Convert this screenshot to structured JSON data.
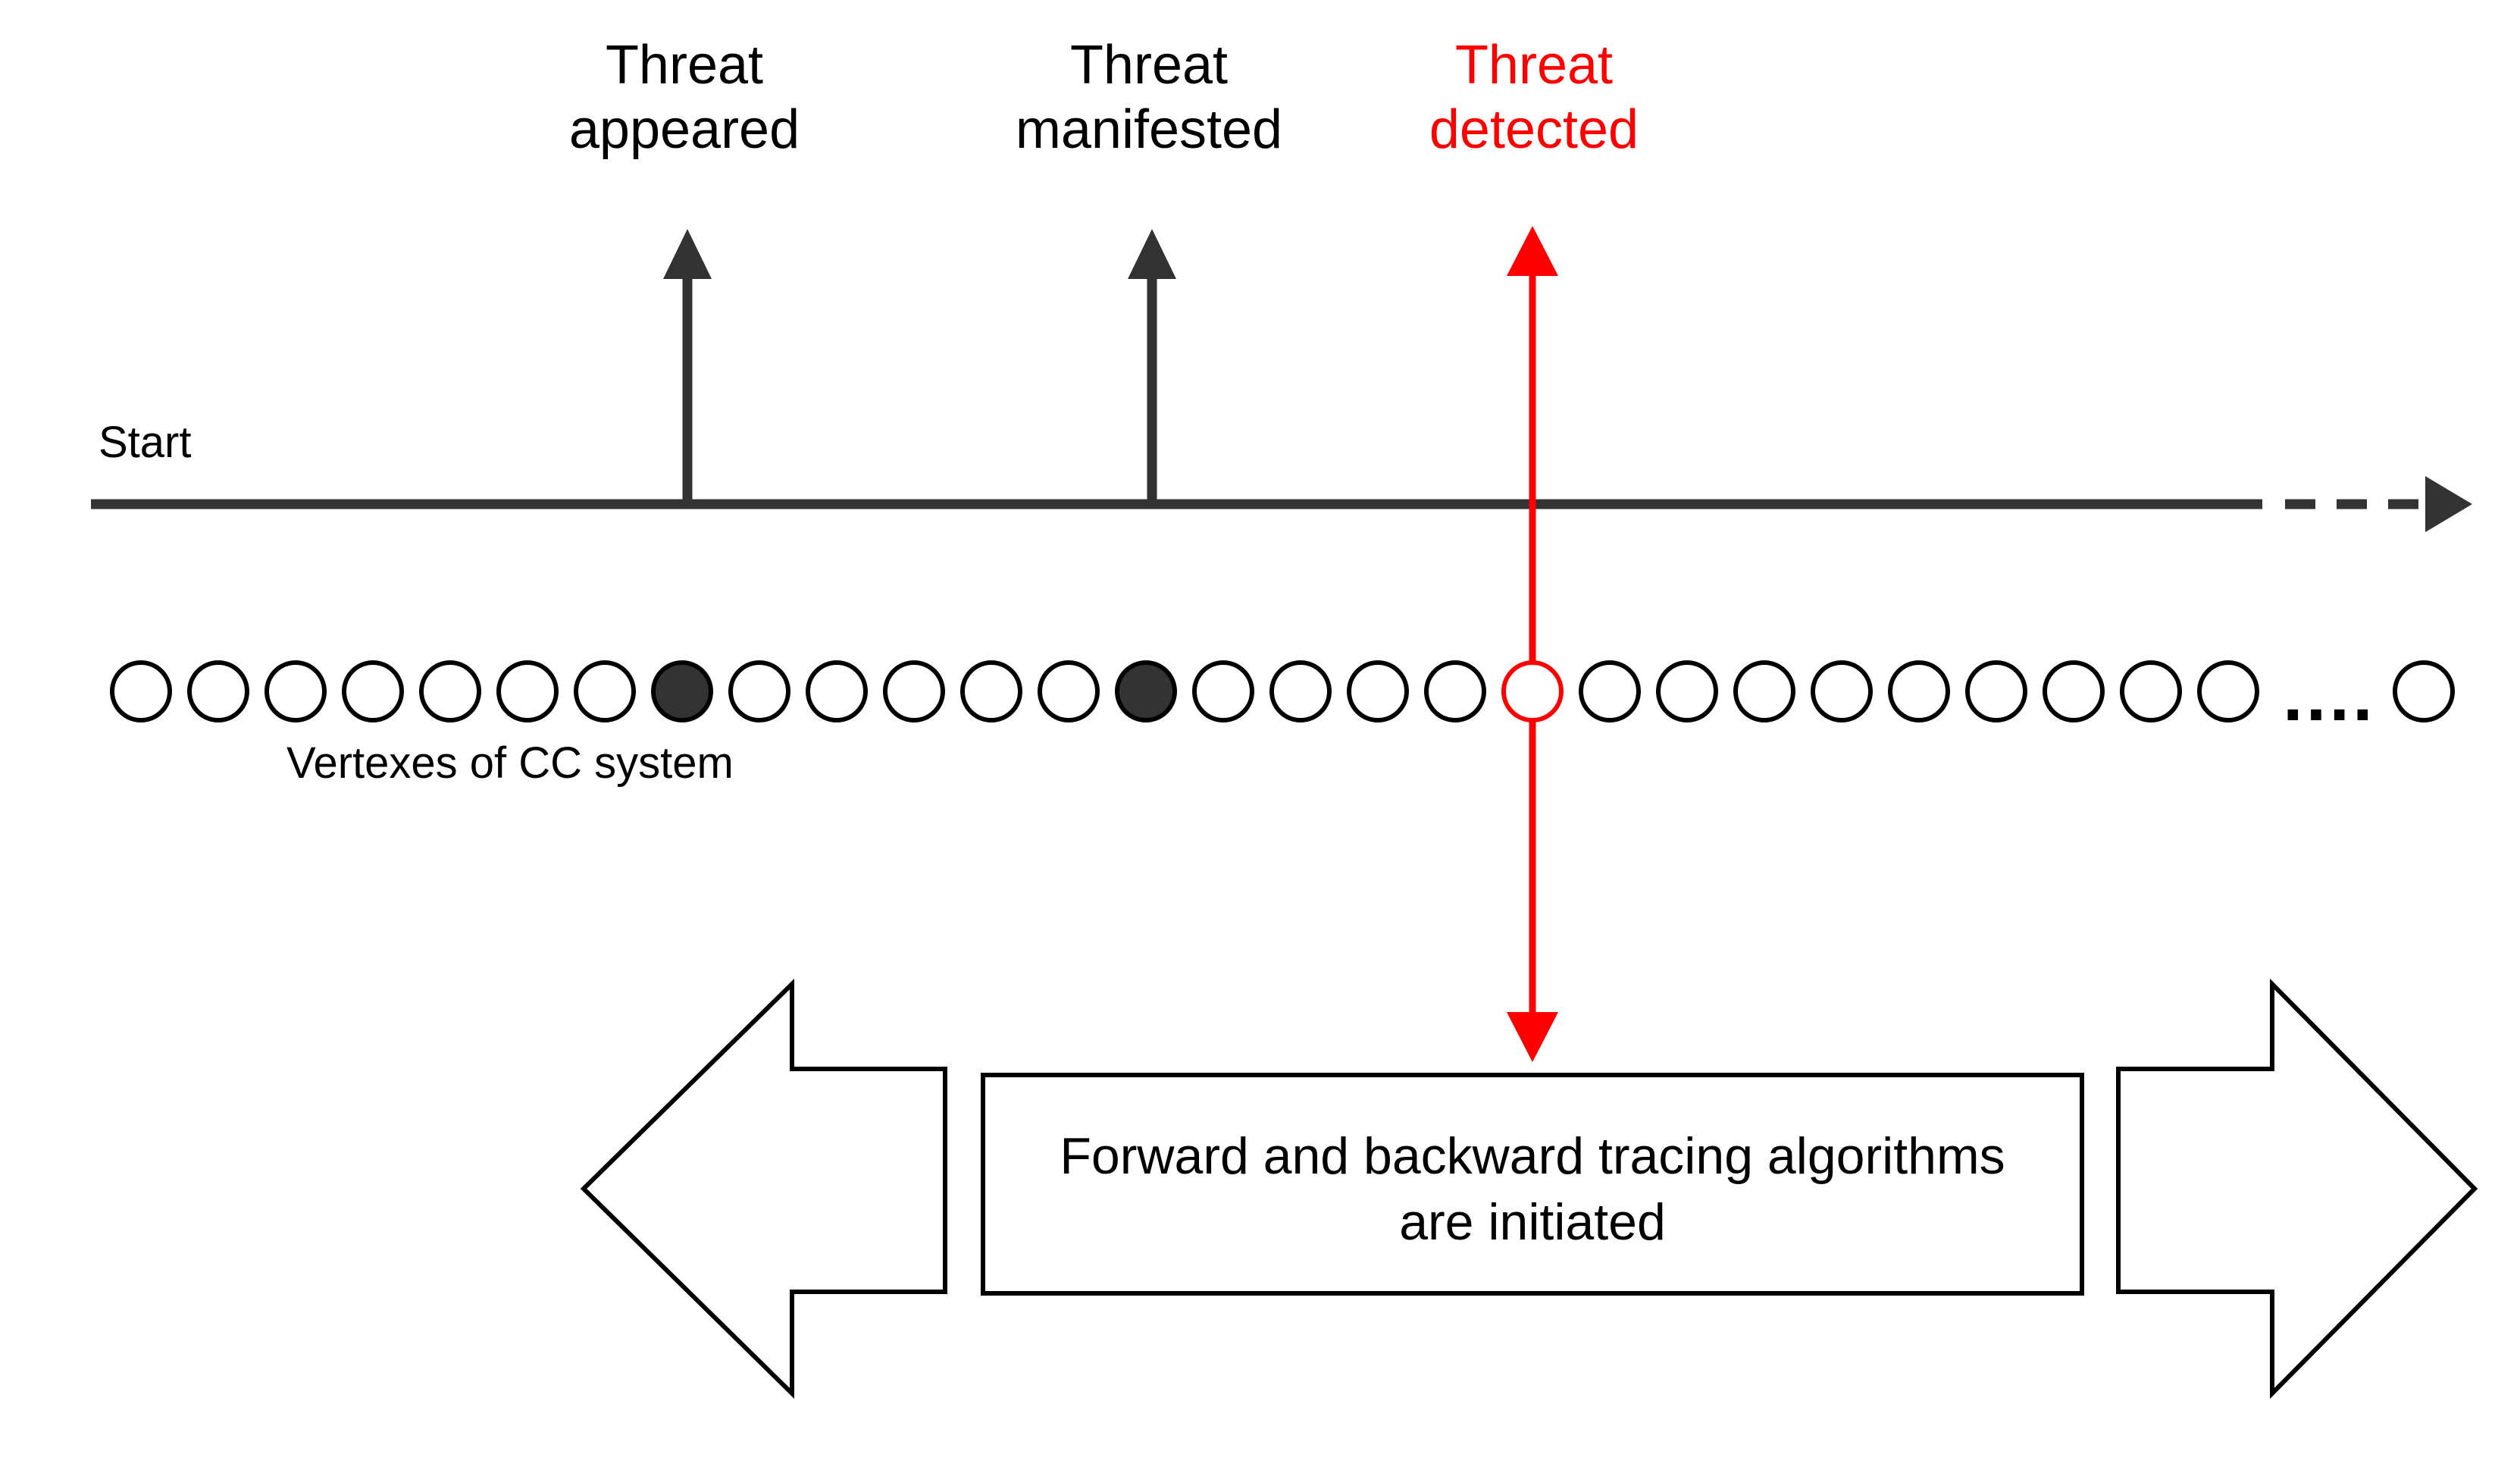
{
  "colors": {
    "ink": "#333333",
    "text": "#000000",
    "highlight": "#ff0000",
    "background": "#ffffff"
  },
  "timeline": {
    "start_label": "Start",
    "continuation": "dashed-arrow"
  },
  "events": [
    {
      "line1": "Threat",
      "line2": "appeared",
      "vertex_index": 7,
      "color": "#000000",
      "arrow_color": "#333333"
    },
    {
      "line1": "Threat",
      "line2": "manifested",
      "vertex_index": 13,
      "color": "#000000",
      "arrow_color": "#333333"
    },
    {
      "line1": "Threat",
      "line2": "detected",
      "vertex_index": 18,
      "color": "#ff0000",
      "arrow_color": "#ff0000"
    }
  ],
  "vertices": {
    "label": "Vertexes of CC system",
    "count_before_ellipsis": 28,
    "filled_indices": [
      7,
      13
    ],
    "detected_index": 18,
    "ellipsis": "....",
    "trailing_count": 1
  },
  "tracing": {
    "line1": "Forward and backward tracing algorithms",
    "line2": "are initiated",
    "left_arrow": "backward-arrow",
    "right_arrow": "forward-arrow"
  }
}
